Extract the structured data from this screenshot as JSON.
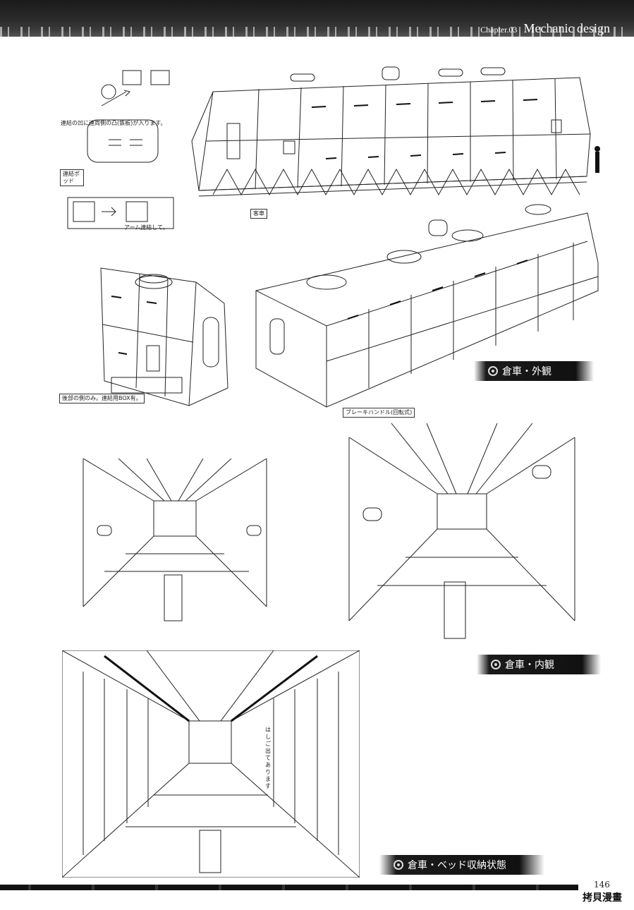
{
  "header": {
    "chapter": "Chapter.03",
    "section": "Mechanic design"
  },
  "labels": {
    "exterior": "倉車・外観",
    "interior": "倉車・内観",
    "bed_storage": "倉車・ベッド収納状態"
  },
  "annotations": {
    "passenger_car": "客車",
    "coupling_pod": "連結ポッド",
    "coupling_note": "連結の凹に連両側の凸(鉄板)が入ります。",
    "arm_coupling": "アーム連結して。",
    "rear_only": "後部の側のみ。連結用BOX有。",
    "handle_note": "ブレーキハンドル(回転式)",
    "ladder_note": "はしご出てあります"
  },
  "footer": {
    "page": "146",
    "watermark": "拷貝漫畫"
  }
}
